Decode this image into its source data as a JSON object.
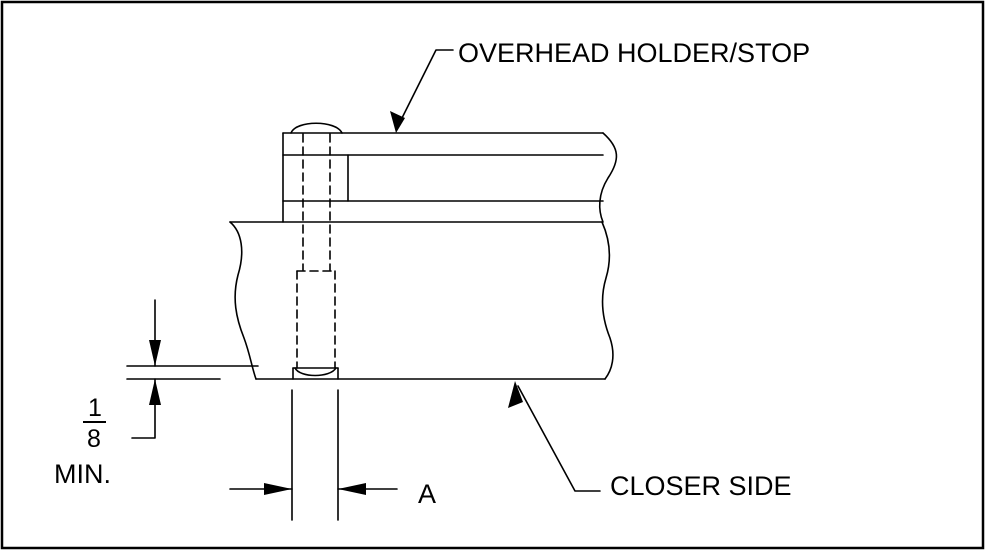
{
  "labels": {
    "overhead": "OVERHEAD HOLDER/STOP",
    "closer": "CLOSER SIDE",
    "dim_a": "A",
    "frac_num": "1",
    "frac_den": "8",
    "min": "MIN."
  }
}
